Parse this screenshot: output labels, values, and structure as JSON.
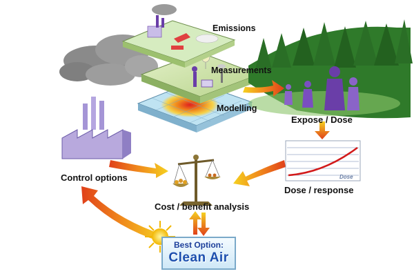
{
  "labels": {
    "emissions": "Emissions",
    "measurements": "Measurements",
    "modelling": "Modelling",
    "expose_dose": "Expose / Dose",
    "dose_response": "Dose / response",
    "control_options": "Control options",
    "cost_benefit": "Cost / benefit analysis",
    "best_option_prefix": "Best Option:",
    "best_option_value": "Clean Air",
    "dose_chart_tag": "Dose"
  },
  "colors": {
    "arrow_start": "#f5d020",
    "arrow_mid": "#f08a1c",
    "arrow_end": "#e0401a",
    "factory": "#b8a9dd",
    "forest": "#2f7a2a",
    "people": "#6a3ea8",
    "smoke": "#8a8a8a",
    "box_border": "#7aa9c9",
    "best_text": "#1d4fae"
  },
  "icons": [
    "smoke-cloud-icon",
    "factory-icon",
    "forest-icon",
    "people-icon",
    "scales-icon",
    "sun-icon",
    "dose-chart-icon",
    "layer-stack-icon"
  ]
}
